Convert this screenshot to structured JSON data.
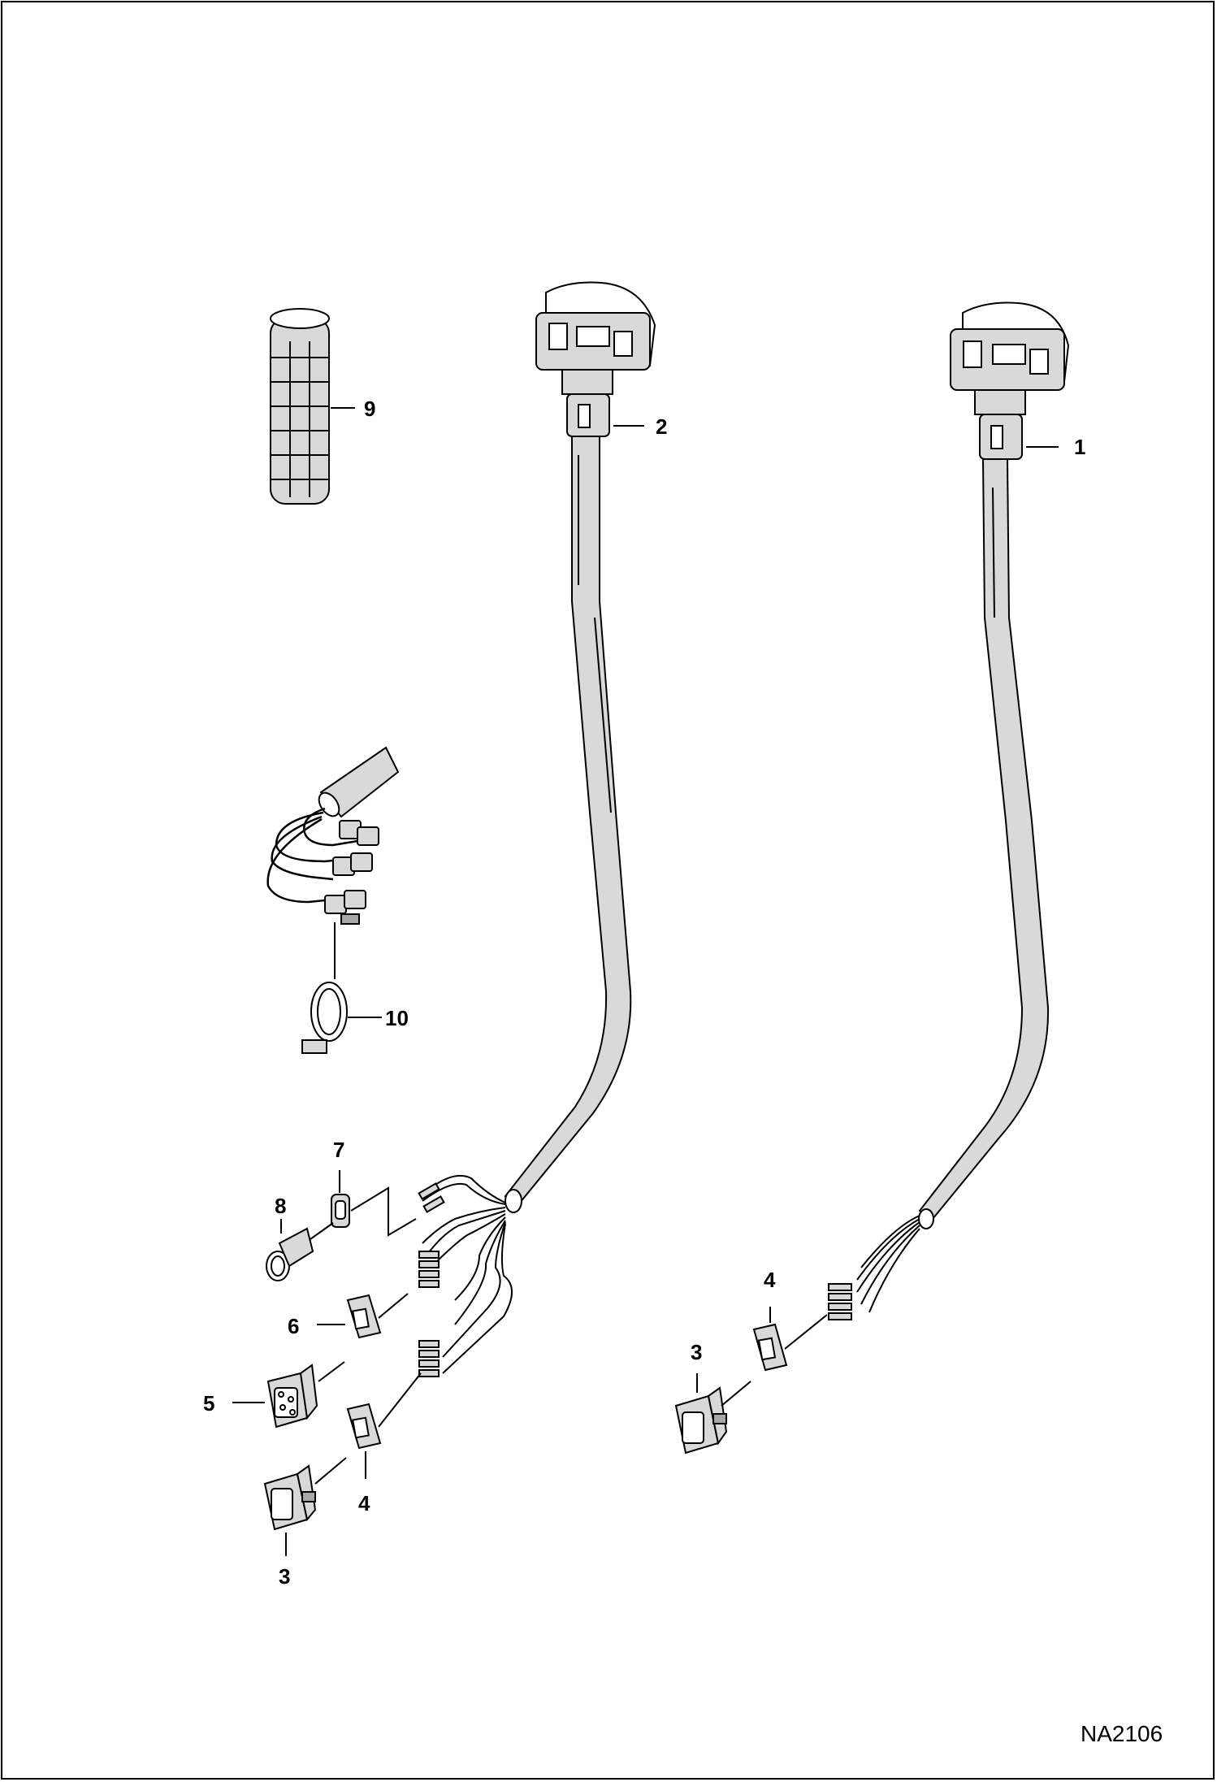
{
  "figure": {
    "id": "NA2106"
  },
  "callouts": {
    "c1": "1",
    "c2": "2",
    "c3a": "3",
    "c3b": "3",
    "c4a": "4",
    "c4b": "4",
    "c5": "5",
    "c6": "6",
    "c7": "7",
    "c8": "8",
    "c9": "9",
    "c10": "10"
  },
  "colors": {
    "line": "#000000",
    "part_fill": "#d9d9d9",
    "part_dark": "#a8a8a8",
    "background": "#ffffff"
  }
}
